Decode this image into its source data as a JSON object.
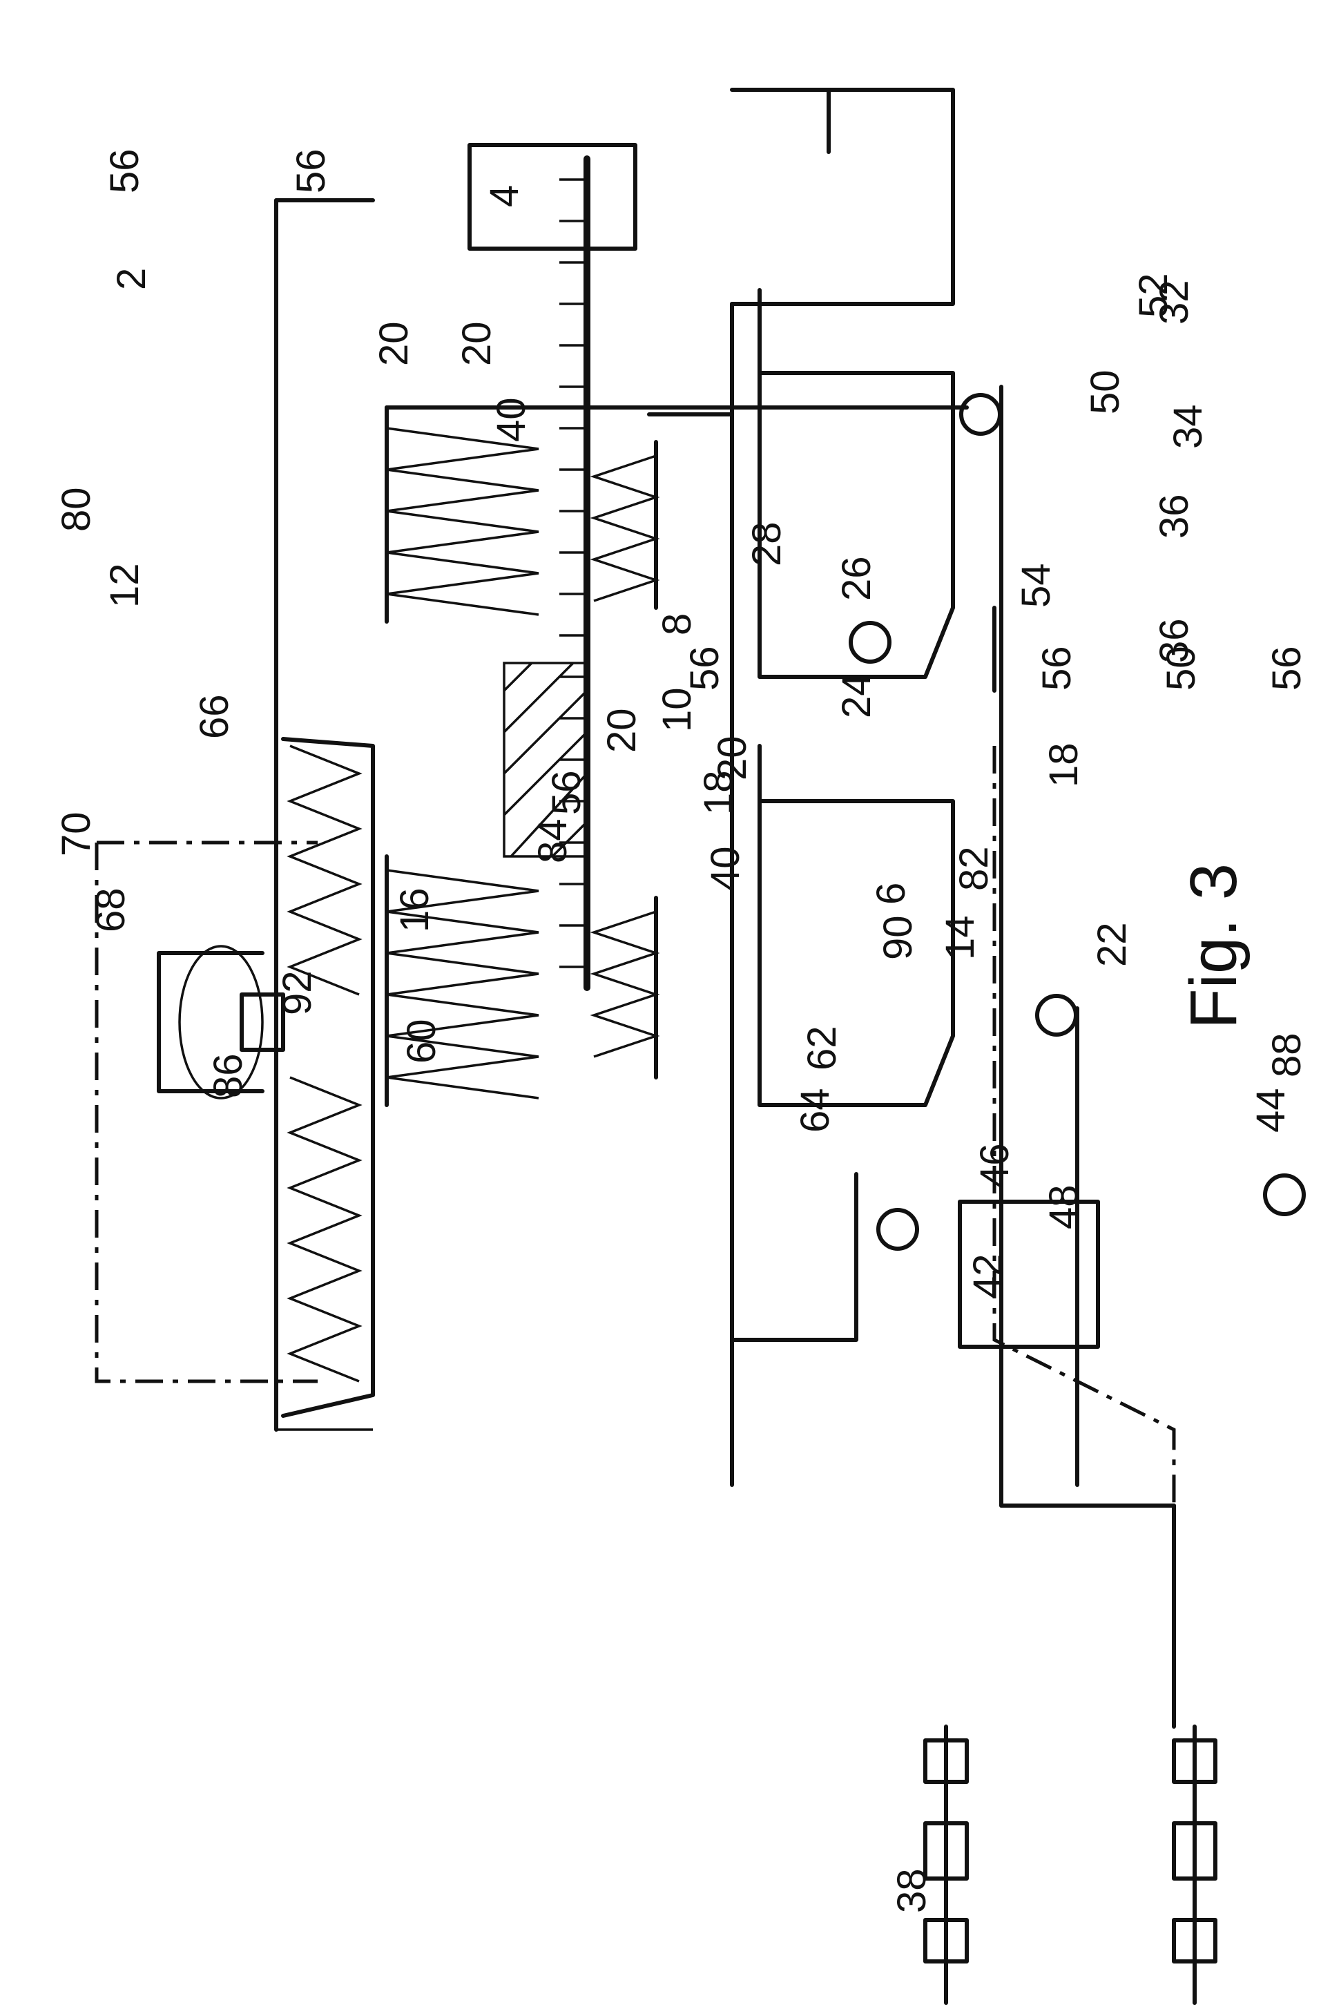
{
  "figure": {
    "caption": "Fig. 3"
  },
  "labels": {
    "l2": "2",
    "l4": "4",
    "l6": "6",
    "l8": "8",
    "l10": "10",
    "l12": "12",
    "l14": "14",
    "l16": "16",
    "l18a": "18",
    "l18b": "18",
    "l20a": "20",
    "l20b": "20",
    "l20c": "20",
    "l20d": "20",
    "l22": "22",
    "l24": "24",
    "l26": "26",
    "l28": "28",
    "l32": "32",
    "l34": "34",
    "l36a": "36",
    "l36b": "36",
    "l38": "38",
    "l40a": "40",
    "l40b": "40",
    "l42": "42",
    "l44": "44",
    "l46": "46",
    "l48": "48",
    "l50a": "50",
    "l50b": "50",
    "l52": "52",
    "l54": "54",
    "l56a": "56",
    "l56b": "56",
    "l56c": "56",
    "l56d": "56",
    "l56e": "56",
    "l56f": "56",
    "l60": "60",
    "l62": "62",
    "l64": "64",
    "l66": "66",
    "l68": "68",
    "l70": "70",
    "l80": "80",
    "l82": "82",
    "l84": "84",
    "l86": "86",
    "l88": "88",
    "l90": "90",
    "l92": "92"
  }
}
